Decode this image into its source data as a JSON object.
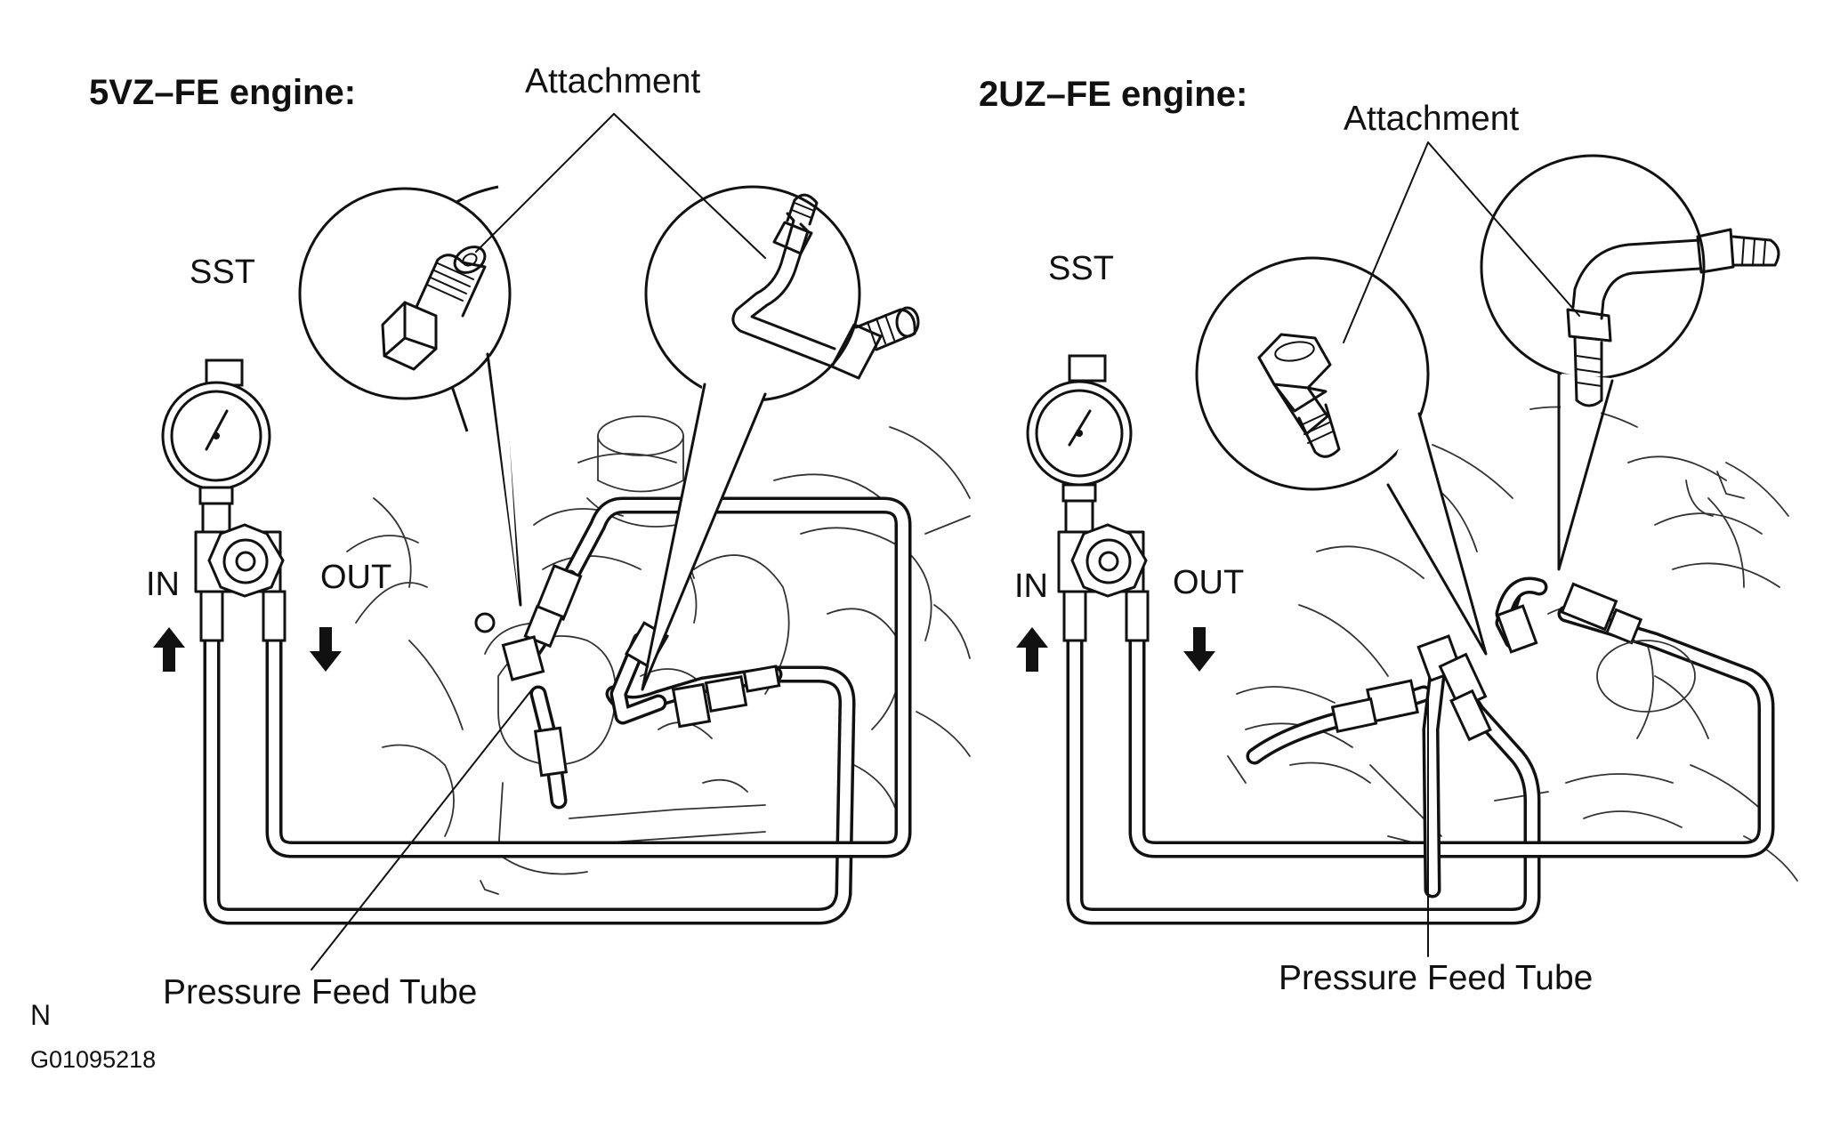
{
  "panels": [
    {
      "title": "5VZ–FE engine:",
      "attachment_label": "Attachment",
      "sst_label": "SST",
      "in_label": "IN",
      "out_label": "OUT",
      "tube_label": "Pressure Feed Tube"
    },
    {
      "title": "2UZ–FE engine:",
      "attachment_label": "Attachment",
      "sst_label": "SST",
      "in_label": "IN",
      "out_label": "OUT",
      "tube_label": "Pressure Feed Tube"
    }
  ],
  "footer": {
    "letter": "N",
    "figure_code": "G01095218"
  }
}
